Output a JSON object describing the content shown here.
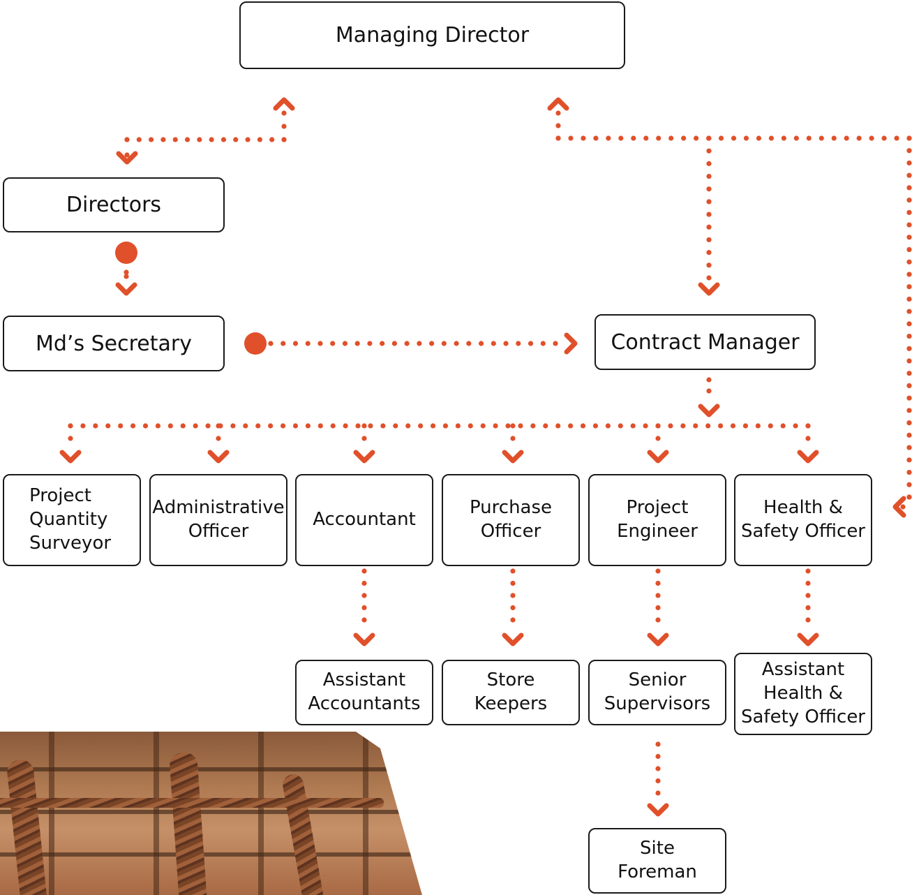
{
  "boxes": {
    "managing_director": "Managing Director",
    "directors": "Directors",
    "md_secretary": "Md’s Secretary",
    "contract_manager": "Contract Manager",
    "project_quantity_surveyor": "Project\nQuantity\nSurveyor",
    "administrative_officer": "Administrative\nOfficer",
    "accountant": "Accountant",
    "purchase_officer": "Purchase\nOfficer",
    "project_engineer": "Project\nEngineer",
    "health_safety_officer": "Health &\nSafety Officer",
    "assistant_accountants": "Assistant\nAccountants",
    "store_keepers": "Store\nKeepers",
    "senior_supervisors": "Senior\nSupervisors",
    "assistant_health_safety_officer": "Assistant\nHealth &\nSafety Officer",
    "site_foreman": "Site\nForeman"
  },
  "colors": {
    "connector": "#e0502a",
    "box_border": "#1a1a1a",
    "text": "#111111"
  }
}
